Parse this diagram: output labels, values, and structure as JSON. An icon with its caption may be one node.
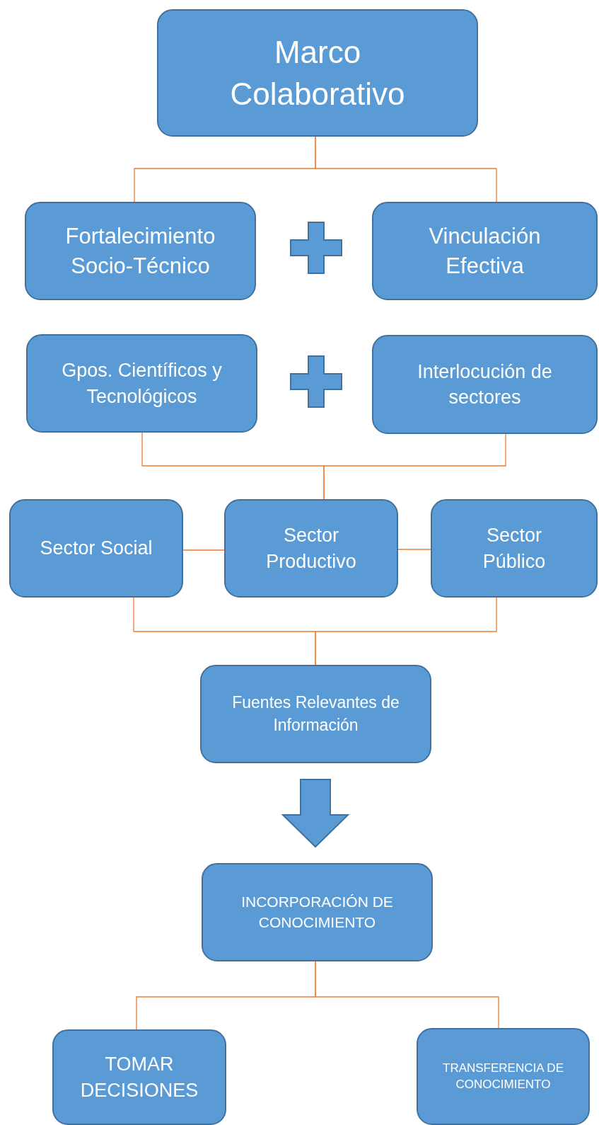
{
  "diagram": {
    "nodes": [
      {
        "text": [
          "Marco Colaborativo"
        ]
      },
      {
        "text": [
          "Fortalecimiento Socio-Técnico"
        ]
      },
      {
        "text": [
          "Vinculación Efectiva"
        ]
      },
      {
        "text": [
          "Gpos. Científicos y Tecnológicos"
        ]
      },
      {
        "text": [
          "Interlocución de sectores"
        ]
      },
      {
        "text": [
          "Sector Social"
        ]
      },
      {
        "text": [
          "Sector Productivo"
        ]
      },
      {
        "text": [
          "Sector Público"
        ]
      },
      {
        "text": [
          "Fuentes Relevantes de Información"
        ]
      },
      {
        "text": [
          "INCORPORACIÓN DE CONOCIMIENTO"
        ]
      },
      {
        "text": [
          "TOMAR DECISIONES"
        ]
      },
      {
        "text": [
          "TRANSFERENCIA DE CONOCIMIENTO"
        ]
      }
    ],
    "edges": [
      {
        "from": 0,
        "to": 1,
        "arrow": "none"
      },
      {
        "from": 0,
        "to": 2,
        "arrow": "none"
      },
      {
        "from": 3,
        "to": 6,
        "arrow": "none"
      },
      {
        "from": 4,
        "to": 6,
        "arrow": "none"
      },
      {
        "from": 5,
        "to": 6,
        "arrow": "none"
      },
      {
        "from": 6,
        "to": 7,
        "arrow": "none"
      },
      {
        "from": 5,
        "to": 8,
        "arrow": "none"
      },
      {
        "from": 7,
        "to": 8,
        "arrow": "none"
      },
      {
        "from": 8,
        "to": 9,
        "arrow": "to",
        "style": "thick",
        "color": "#5b9bd5"
      },
      {
        "from": 9,
        "to": 10,
        "arrow": "none"
      },
      {
        "from": 9,
        "to": 11,
        "arrow": "none"
      }
    ]
  }
}
